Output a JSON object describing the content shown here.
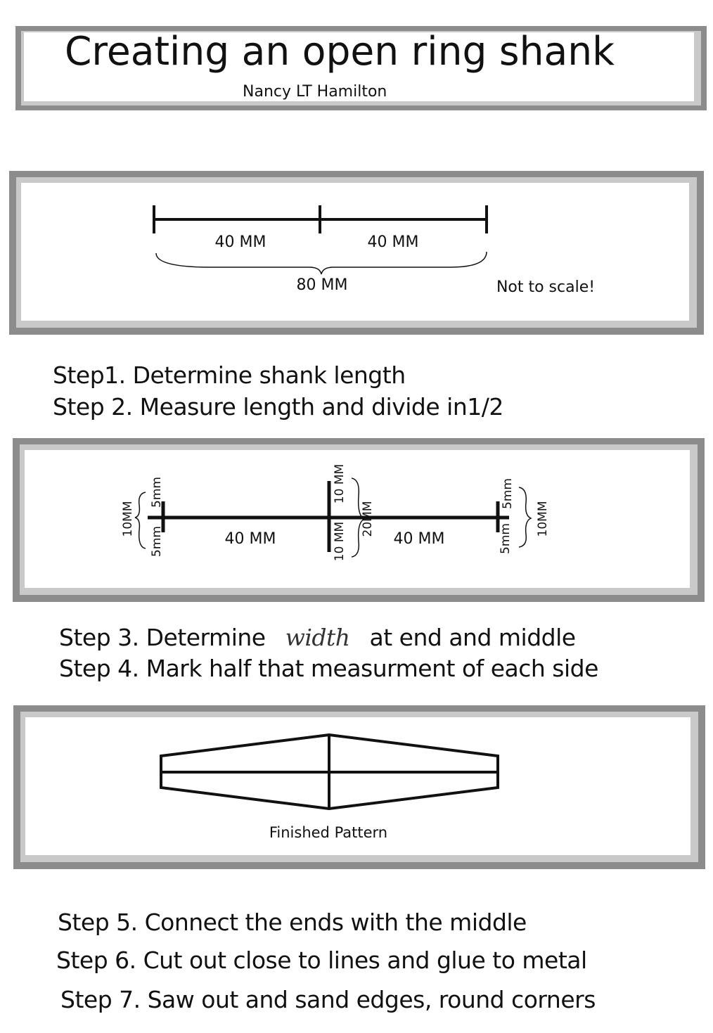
{
  "header": {
    "title": "Creating an open ring shank",
    "author": "Nancy LT Hamilton"
  },
  "diagram1": {
    "left_segment": "40 MM",
    "right_segment": "40 MM",
    "total": "80 MM",
    "note": "Not to scale!"
  },
  "steps_a": [
    "Step1. Determine shank length",
    "Step 2. Measure length and divide in1/2"
  ],
  "diagram2": {
    "left_top": "5mm",
    "left_bottom": "5mm",
    "left_total": "10MM",
    "middle_top": "10 MM",
    "middle_bottom": "10 MM",
    "middle_total": "20MM",
    "right_top": "5mm",
    "right_bottom": "5mm",
    "right_total": "10MM",
    "left_segment": "40 MM",
    "right_segment": "40 MM"
  },
  "steps_b": {
    "step3_prefix": "Step 3. Determine",
    "step3_emph": "width",
    "step3_suffix": "at end and middle",
    "step4": "Step 4. Mark half that measurment of each side"
  },
  "diagram3": {
    "caption": "Finished Pattern"
  },
  "steps_c": [
    "Step 5. Connect the ends with the middle",
    "Step 6. Cut out close to lines and glue to metal",
    "Step 7. Saw out and sand edges, round corners"
  ]
}
